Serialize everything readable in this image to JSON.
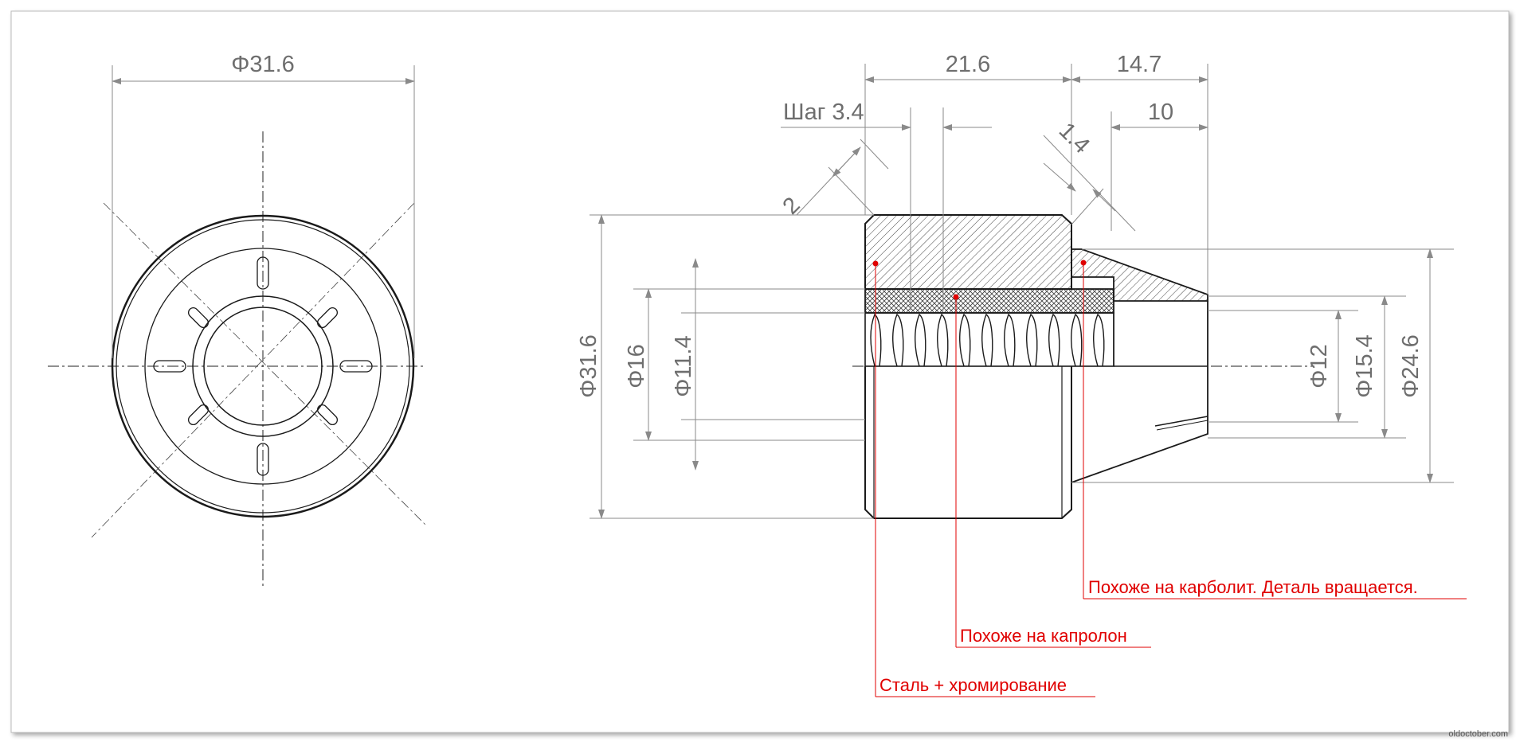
{
  "front_view": {
    "diameter": "Φ31.6"
  },
  "side_view": {
    "length_body": "21.6",
    "length_tip": "14.7",
    "length_tip_inner": "10",
    "thread_pitch": "Шаг 3.4",
    "chamfer_left": "2",
    "chamfer_right": "1.4",
    "outer_diameter": "Φ31.6",
    "thread_diameter": "Φ16",
    "inner_diameter": "Φ11.4",
    "tip_inner_diameter": "Φ12",
    "tip_mid_diameter": "Φ15.4",
    "tip_outer_diameter": "Φ24.6"
  },
  "annotations": {
    "carbolite": "Похоже на карболит. Деталь вращается.",
    "kapron": "Похоже на капролон",
    "steel": "Сталь + хромирование"
  },
  "colors": {
    "line": "#1a1a1a",
    "dimension": "#6e6e6e",
    "annotation": "#e00000"
  },
  "watermark": "oldoctober.com"
}
